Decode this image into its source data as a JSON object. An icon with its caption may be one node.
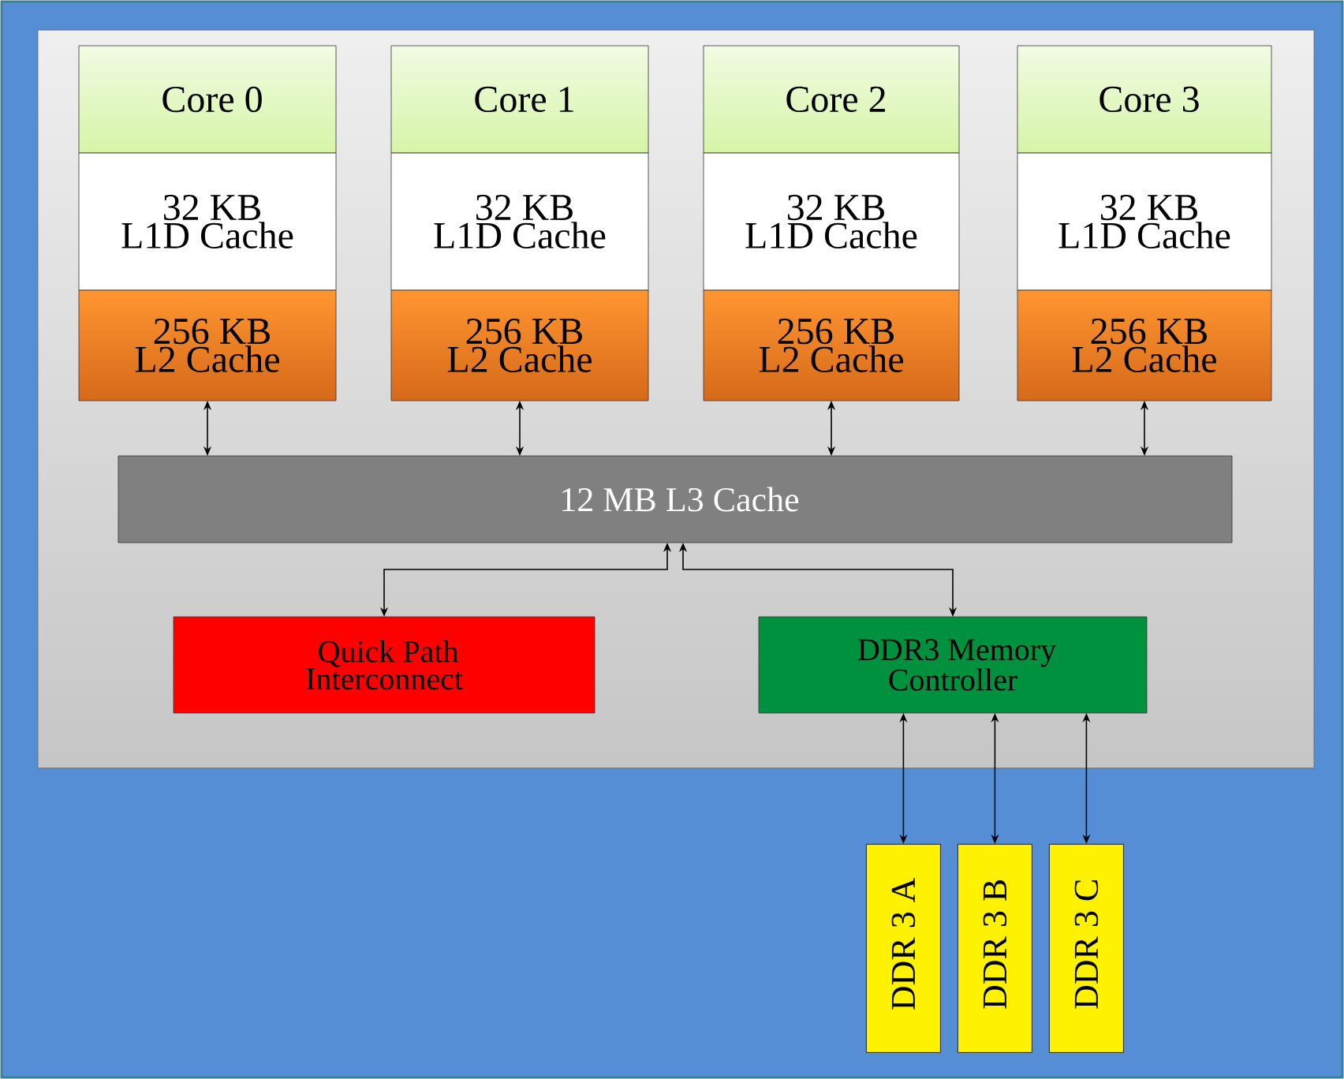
{
  "diagram": {
    "nodes": [
      {
        "text": [],
        "shape": "box"
      },
      {
        "text": [
          "Core 0"
        ],
        "in": 0
      },
      {
        "text": [
          "32 KB L1D Cache"
        ],
        "in": 0
      },
      {
        "text": [
          "256 KB L2 Cache"
        ],
        "in": 0
      },
      {
        "text": [
          "Core 1"
        ],
        "in": 0
      },
      {
        "text": [
          "32 KB L1D Cache"
        ],
        "in": 0
      },
      {
        "text": [
          "256 KB L2 Cache"
        ],
        "in": 0
      },
      {
        "text": [
          "Core 2"
        ],
        "in": 0
      },
      {
        "text": [
          "32 KB L1D Cache"
        ],
        "in": 0
      },
      {
        "text": [
          "256 KB L2 Cache"
        ],
        "in": 0
      },
      {
        "text": [
          "Core 3"
        ],
        "in": 0
      },
      {
        "text": [
          "32 KB L1D Cache"
        ],
        "in": 0
      },
      {
        "text": [
          "256 KB L2 Cache"
        ],
        "in": 0
      },
      {
        "text": [
          "12 MB L3 Cache"
        ],
        "in": 0
      },
      {
        "text": [
          "Quick Path Interconnect"
        ],
        "in": 0
      },
      {
        "text": [
          "DDR3 Memory Controller"
        ],
        "in": 0
      },
      {
        "text": [
          "DDR 3 A"
        ]
      },
      {
        "text": [
          "DDR 3 B"
        ]
      },
      {
        "text": [
          "DDR 3 C"
        ]
      }
    ],
    "edges": [
      {
        "from": 3,
        "to": 13,
        "arrow": "both"
      },
      {
        "from": 6,
        "to": 13,
        "arrow": "both"
      },
      {
        "from": 9,
        "to": 13,
        "arrow": "both"
      },
      {
        "from": 12,
        "to": 13,
        "arrow": "both"
      },
      {
        "from": 13,
        "to": 14,
        "arrow": "both"
      },
      {
        "from": 13,
        "to": 15,
        "arrow": "both"
      },
      {
        "from": 15,
        "to": 16,
        "arrow": "both"
      },
      {
        "from": 15,
        "to": 17,
        "arrow": "both"
      },
      {
        "from": 15,
        "to": 18,
        "arrow": "both"
      }
    ]
  }
}
